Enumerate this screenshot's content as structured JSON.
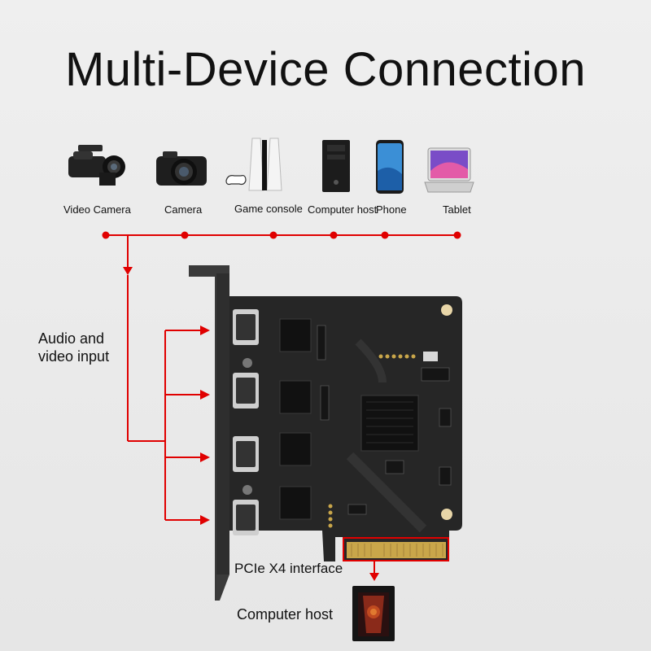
{
  "title": "Multi-Device Connection",
  "devices": [
    {
      "label": "Video Camera",
      "icon": "video-camera-icon"
    },
    {
      "label": "Camera",
      "icon": "camera-icon"
    },
    {
      "label": "Game console",
      "icon": "game-console-icon"
    },
    {
      "label": "Computer host",
      "icon": "computer-host-icon"
    },
    {
      "label": "Phone",
      "icon": "phone-icon"
    },
    {
      "label": "Tablet",
      "icon": "tablet-icon"
    }
  ],
  "input_label_line1": "Audio and",
  "input_label_line2": "video input",
  "interface_label": "PCIe X4 interface",
  "host_label": "Computer host",
  "colors": {
    "accent": "#e00000",
    "pcb": "#262626",
    "bracket": "#3a3a3a",
    "gold": "#c9a64a"
  }
}
